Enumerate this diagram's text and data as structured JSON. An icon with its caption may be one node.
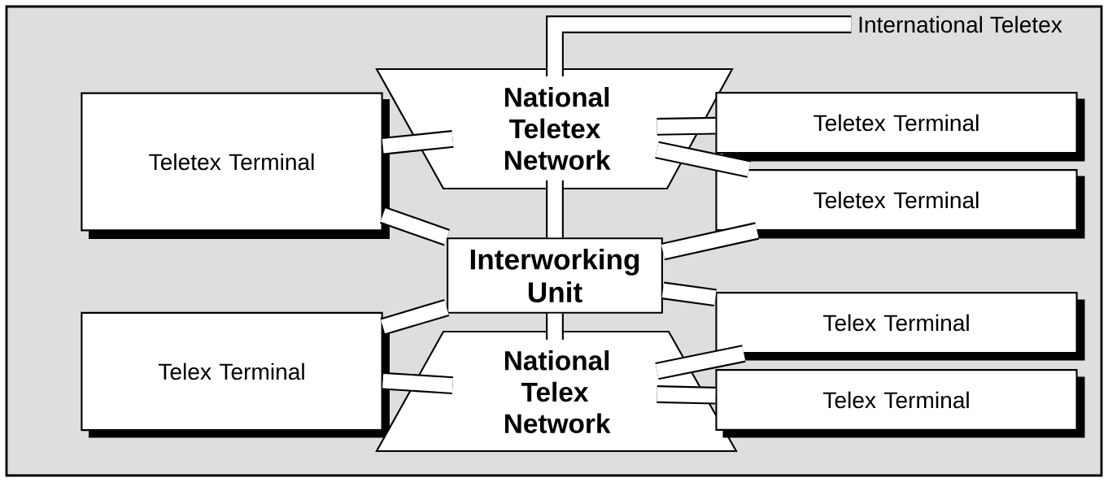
{
  "diagram": {
    "nodes": [
      {
        "text": [
          "National Teletex Network"
        ]
      },
      {
        "text": [
          "Teletex Terminal"
        ]
      },
      {
        "text": [
          "Teletex Terminal"
        ]
      },
      {
        "text": [
          "Teletex Terminal"
        ]
      },
      {
        "text": [
          "Interworking Unit"
        ]
      },
      {
        "text": [
          "Telex Terminal"
        ]
      },
      {
        "text": [
          "National Telex Network"
        ]
      },
      {
        "text": [
          "Telex Terminal"
        ]
      },
      {
        "text": [
          "Telex Terminal"
        ]
      },
      {
        "text": [
          "International Teletex"
        ]
      }
    ],
    "edges": [
      {
        "from": 0,
        "to": 9,
        "arrow": "none"
      },
      {
        "from": 1,
        "to": 0,
        "arrow": "none"
      },
      {
        "from": 0,
        "to": 2,
        "arrow": "none"
      },
      {
        "from": 0,
        "to": 3,
        "arrow": "none"
      },
      {
        "from": 1,
        "to": 4,
        "arrow": "none"
      },
      {
        "from": 3,
        "to": 4,
        "arrow": "none"
      },
      {
        "from": 0,
        "to": 4,
        "arrow": "none"
      },
      {
        "from": 4,
        "to": 6,
        "arrow": "none"
      },
      {
        "from": 5,
        "to": 4,
        "arrow": "none"
      },
      {
        "from": 5,
        "to": 6,
        "arrow": "none"
      },
      {
        "from": 4,
        "to": 7,
        "arrow": "none"
      },
      {
        "from": 6,
        "to": 7,
        "arrow": "none"
      },
      {
        "from": 6,
        "to": 8,
        "arrow": "none"
      }
    ]
  }
}
